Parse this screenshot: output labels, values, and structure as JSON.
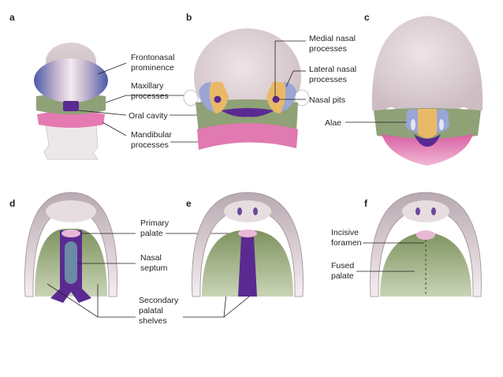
{
  "colors": {
    "frontonasal": "#e3d3d6",
    "maxillary": "#8fa177",
    "mandibular": "#e07ab0",
    "oral_cavity": "#5a2a91",
    "lateral_nasal": "#9aa6d6",
    "medial_nasal": "#eab968",
    "palate": "#8fa177",
    "septum": "#6a8aa5",
    "lip": "#ececec"
  },
  "panels": {
    "a": "a",
    "b": "b",
    "c": "c",
    "d": "d",
    "e": "e",
    "f": "f"
  },
  "labels": {
    "frontonasal_line1": "Frontonasal",
    "frontonasal_line2": "prominence",
    "maxillary_line1": "Maxillary",
    "maxillary_line2": "processes",
    "oral_cavity": "Oral cavity",
    "mandibular_line1": "Mandibular",
    "mandibular_line2": "processes",
    "medial_nasal_line1": "Medial nasal",
    "medial_nasal_line2": "processes",
    "lateral_nasal_line1": "Lateral nasal",
    "lateral_nasal_line2": "processes",
    "nasal_pits": "Nasal pits",
    "alae": "Alae",
    "primary_palate_line1": "Primary",
    "primary_palate_line2": "palate",
    "nasal_septum_line1": "Nasal",
    "nasal_septum_line2": "septum",
    "secondary_palatal_line1": "Secondary",
    "secondary_palatal_line2": "palatal",
    "secondary_palatal_line3": "shelves",
    "incisive_foramen_line1": "Incisive",
    "incisive_foramen_line2": "foramen",
    "fused_palate_line1": "Fused",
    "fused_palate_line2": "palate"
  }
}
